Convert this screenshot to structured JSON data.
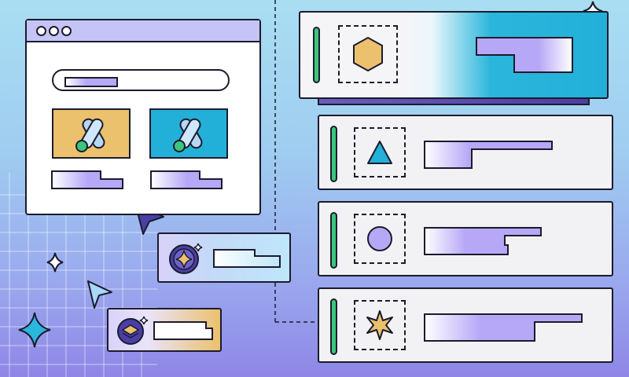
{
  "colors": {
    "sky": "#a9def2",
    "lavender": "#b7a8f7",
    "cyan": "#22b0d8",
    "gold": "#ebc16d",
    "green": "#3cc67b",
    "ink": "#1b1b2e"
  },
  "window": {
    "controls": [
      "dot",
      "dot",
      "dot"
    ],
    "tiles": [
      {
        "icon": "ads-logo-icon",
        "color": "#ebc16d"
      },
      {
        "icon": "ads-logo-icon",
        "color": "#22b0d8"
      }
    ]
  },
  "cards": [
    {
      "icon": "hexagon-icon",
      "status": "active"
    },
    {
      "icon": "triangle-icon",
      "status": "active"
    },
    {
      "icon": "circle-icon",
      "status": "active"
    },
    {
      "icon": "star-icon",
      "status": "active"
    }
  ],
  "chips": [
    {
      "icon": "sparkle-badge-icon"
    },
    {
      "icon": "layers-badge-icon"
    }
  ],
  "decor": [
    "sparkle-icon",
    "cursor-icon"
  ]
}
